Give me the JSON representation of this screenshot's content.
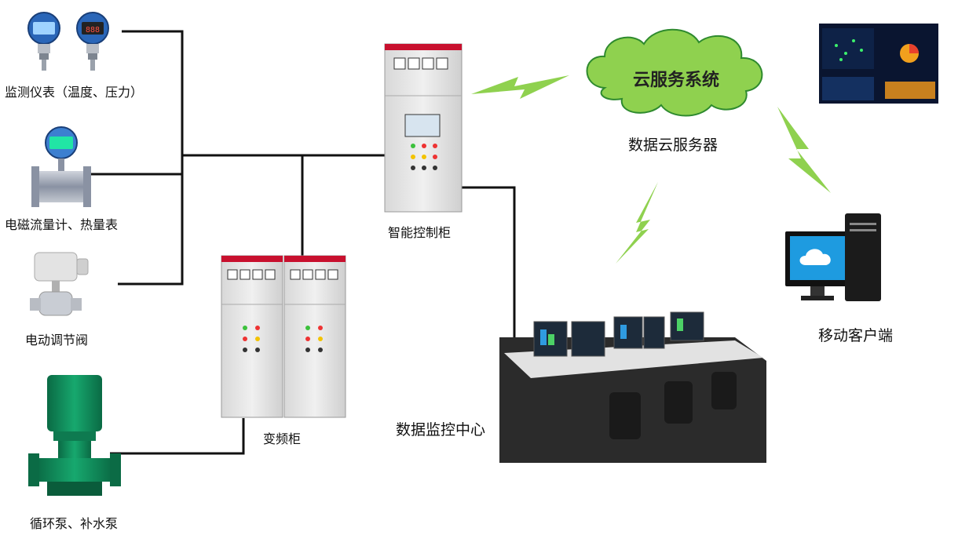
{
  "labels": {
    "instruments": "监测仪表（温度、压力）",
    "flowmeter": "电磁流量计、热量表",
    "valve": "电动调节阀",
    "pump": "循环泵、补水泵",
    "vfd_cabinet": "变频柜",
    "smart_cabinet": "智能控制柜",
    "cloud_system": "云服务系统",
    "cloud_server": "数据云服务器",
    "monitor_center": "数据监控中心",
    "mobile_client": "移动客户端"
  },
  "colors": {
    "cloud_fill": "#8fd14f",
    "lightning": "#8fd14f",
    "cabinet_body": "#e6e6e6",
    "cabinet_header": "#c8102e",
    "pump_green": "#0f8a5a",
    "instrument_blue": "#1e5fb4",
    "line": "#111111",
    "pc_screen": "#1e9be0"
  }
}
